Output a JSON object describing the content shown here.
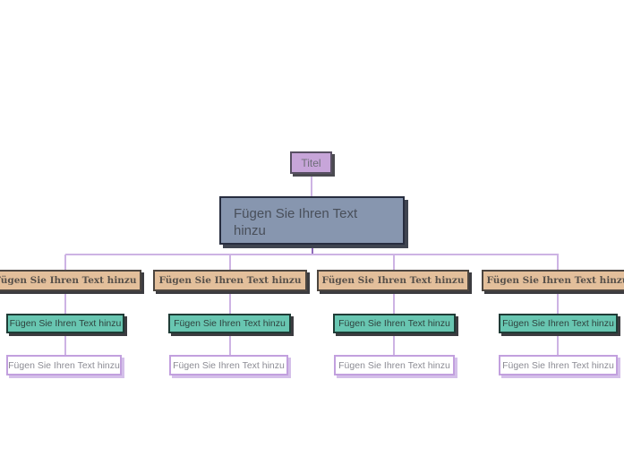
{
  "root": {
    "label": "Titel"
  },
  "main_topic": {
    "label": "Fügen Sie Ihren Text hinzu"
  },
  "branches": [
    {
      "levels": [
        {
          "label": "Fügen Sie Ihren Text hinzu"
        },
        {
          "label": "Fügen Sie Ihren Text hinzu"
        },
        {
          "label": "Fügen Sie Ihren Text hinzu"
        }
      ]
    },
    {
      "levels": [
        {
          "label": "Fügen Sie Ihren Text hinzu"
        },
        {
          "label": "Fügen Sie Ihren Text hinzu"
        },
        {
          "label": "Fügen Sie Ihren Text hinzu"
        }
      ]
    },
    {
      "levels": [
        {
          "label": "Fügen Sie Ihren Text hinzu"
        },
        {
          "label": "Fügen Sie Ihren Text hinzu"
        },
        {
          "label": "Fügen Sie Ihren Text hinzu"
        }
      ]
    },
    {
      "levels": [
        {
          "label": "Fügen Sie Ihren Text hinzu"
        },
        {
          "label": "Fügen Sie Ihren Text hinzu"
        },
        {
          "label": "Fügen Sie Ihren Text hinzu"
        }
      ]
    }
  ],
  "colors": {
    "root_fill": "#c7a5d9",
    "main_fill": "#8796af",
    "level1_fill": "#e3bf9b",
    "level2_fill": "#68c6b1",
    "level3_fill": "#ffffff",
    "level3_border": "#c2a0de",
    "connector": "#cdb3e4",
    "connector_dark": "#8f6cba",
    "shadow": "#3c3c40",
    "background": "#ffffff"
  }
}
